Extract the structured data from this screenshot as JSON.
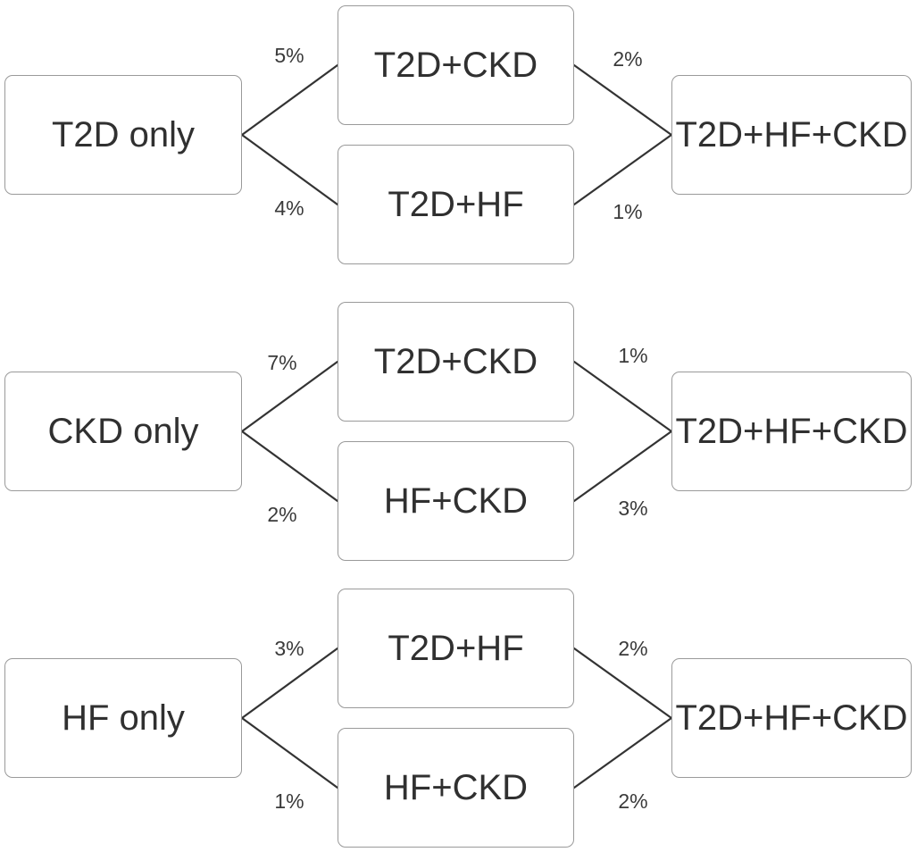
{
  "diagram": {
    "groups": [
      {
        "start": "T2D only",
        "upper": "T2D+CKD",
        "lower": "T2D+HF",
        "end": "T2D+HF+CKD",
        "pct_start_upper": "5%",
        "pct_start_lower": "4%",
        "pct_upper_end": "2%",
        "pct_lower_end": "1%"
      },
      {
        "start": "CKD only",
        "upper": "T2D+CKD",
        "lower": "HF+CKD",
        "end": "T2D+HF+CKD",
        "pct_start_upper": "7%",
        "pct_start_lower": "2%",
        "pct_upper_end": "1%",
        "pct_lower_end": "3%"
      },
      {
        "start": "HF only",
        "upper": "T2D+HF",
        "lower": "HF+CKD",
        "end": "T2D+HF+CKD",
        "pct_start_upper": "3%",
        "pct_start_lower": "1%",
        "pct_upper_end": "2%",
        "pct_lower_end": "2%"
      }
    ]
  }
}
